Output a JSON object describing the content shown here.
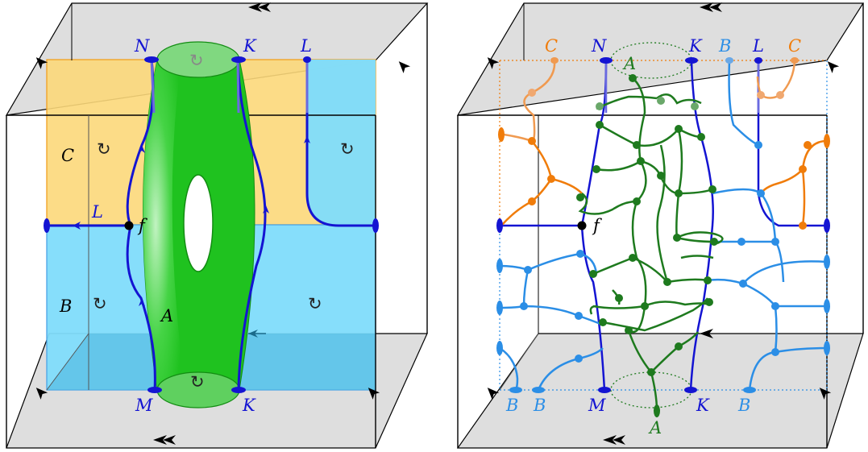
{
  "colors": {
    "orange_region": "#fcd87a",
    "blue_region": "#7fdcfb",
    "green_surface": "#1fc21f",
    "blue_line": "#1414d2",
    "orange_line": "#f07c0a",
    "light_blue_line": "#2b8ee6",
    "green_line": "#1e7a1e",
    "gray_face": "#dedede"
  },
  "left_panel": {
    "labels": {
      "N": "N",
      "K_top": "K",
      "L_top": "L",
      "C": "C",
      "L_mid": "L",
      "f": "f",
      "B": "B",
      "A": "A",
      "M": "M",
      "K_bottom": "K"
    },
    "rotation_symbol": "↻"
  },
  "right_panel": {
    "labels": {
      "C_top_left": "C",
      "N": "N",
      "A_top": "A",
      "K_top": "K",
      "B_top": "B",
      "L_top": "L",
      "C_top_right": "C",
      "f": "f",
      "B_bottom_1": "B",
      "B_bottom_2": "B",
      "M": "M",
      "K_bottom": "K",
      "B_bottom_3": "B",
      "A_bottom": "A"
    }
  }
}
